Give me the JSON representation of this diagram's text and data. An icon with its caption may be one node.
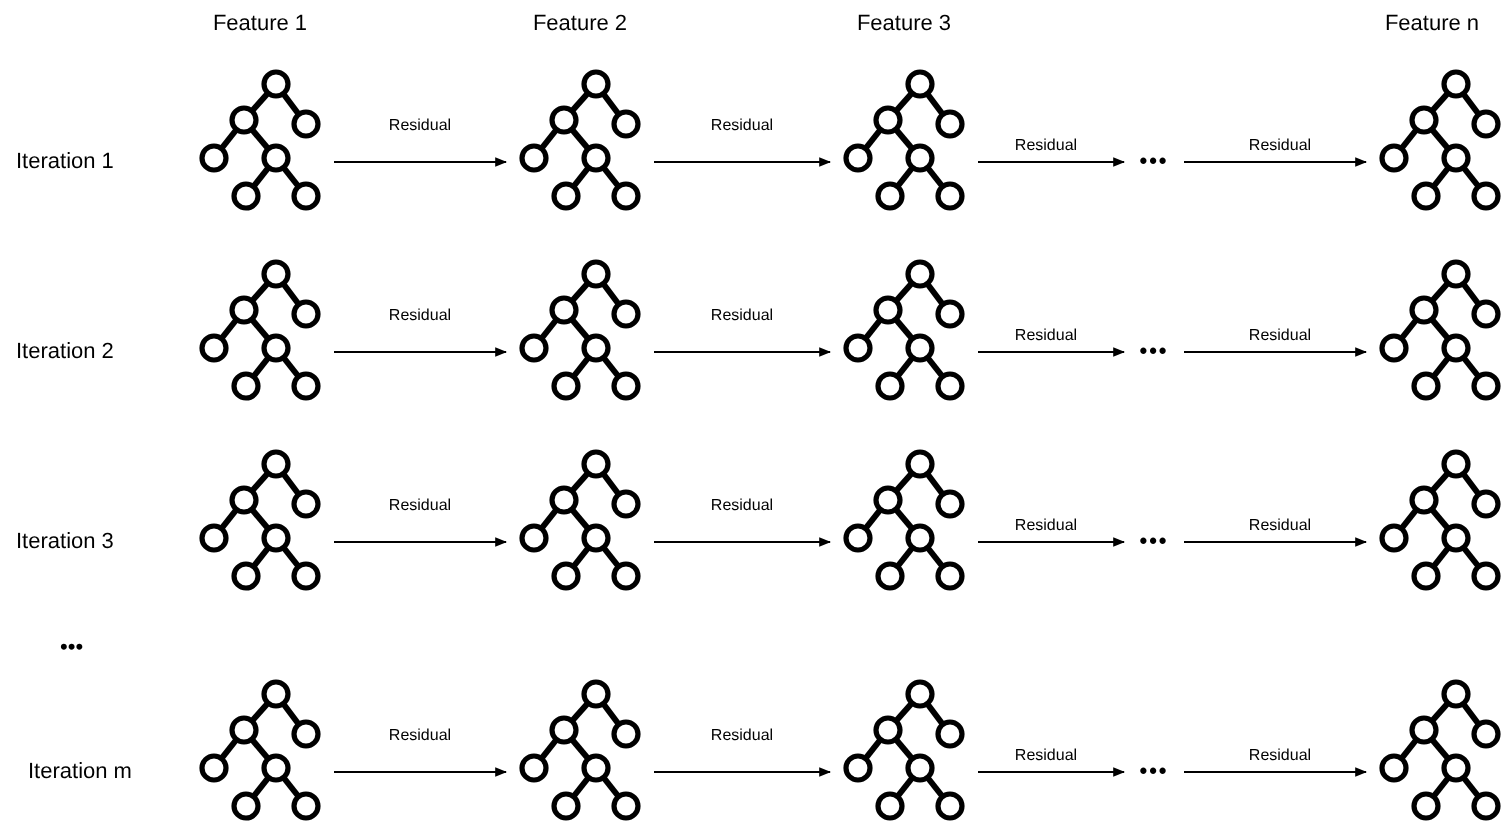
{
  "diagram": {
    "nodes": [
      {
        "text": [],
        "shape": "picture"
      },
      {
        "text": [],
        "shape": "picture"
      },
      {
        "text": [],
        "shape": "picture"
      },
      {
        "text": [
          "•••"
        ]
      },
      {
        "text": [],
        "shape": "picture"
      },
      {
        "text": [],
        "shape": "picture"
      },
      {
        "text": [],
        "shape": "picture"
      },
      {
        "text": [],
        "shape": "picture"
      },
      {
        "text": [
          "•••"
        ]
      },
      {
        "text": [],
        "shape": "picture"
      },
      {
        "text": [],
        "shape": "picture"
      },
      {
        "text": [],
        "shape": "picture"
      },
      {
        "text": [],
        "shape": "picture"
      },
      {
        "text": [
          "•••"
        ]
      },
      {
        "text": [],
        "shape": "picture"
      },
      {
        "text": [],
        "shape": "picture"
      },
      {
        "text": [],
        "shape": "picture"
      },
      {
        "text": [],
        "shape": "picture"
      },
      {
        "text": [
          "•••"
        ]
      },
      {
        "text": [],
        "shape": "picture"
      }
    ],
    "edges": [
      {
        "from": 0,
        "to": 1,
        "arrow": "to",
        "label": "Residual"
      },
      {
        "from": 1,
        "to": 2,
        "arrow": "to",
        "label": "Residual"
      },
      {
        "from": 2,
        "to": 3,
        "arrow": "to",
        "label": "Residual"
      },
      {
        "from": 3,
        "to": 4,
        "arrow": "to",
        "label": "Residual"
      },
      {
        "from": 5,
        "to": 6,
        "arrow": "to",
        "label": "Residual"
      },
      {
        "from": 6,
        "to": 7,
        "arrow": "to",
        "label": "Residual"
      },
      {
        "from": 7,
        "to": 8,
        "arrow": "to",
        "label": "Residual"
      },
      {
        "from": 8,
        "to": 9,
        "arrow": "to",
        "label": "Residual"
      },
      {
        "from": 10,
        "to": 11,
        "arrow": "to",
        "label": "Residual"
      },
      {
        "from": 11,
        "to": 12,
        "arrow": "to",
        "label": "Residual"
      },
      {
        "from": 12,
        "to": 13,
        "arrow": "to",
        "label": "Residual"
      },
      {
        "from": 13,
        "to": 14,
        "arrow": "to",
        "label": "Residual"
      },
      {
        "from": 15,
        "to": 16,
        "arrow": "to",
        "label": "Residual"
      },
      {
        "from": 16,
        "to": 17,
        "arrow": "to",
        "label": "Residual"
      },
      {
        "from": 17,
        "to": 18,
        "arrow": "to",
        "label": "Residual"
      },
      {
        "from": 18,
        "to": 19,
        "arrow": "to",
        "label": "Residual"
      }
    ],
    "labels": [
      "Feature 1",
      "Feature 2",
      "Feature 3",
      "Feature n",
      "Iteration 1",
      "Iteration 2",
      "Iteration 3",
      "•••",
      "Iteration m"
    ]
  }
}
